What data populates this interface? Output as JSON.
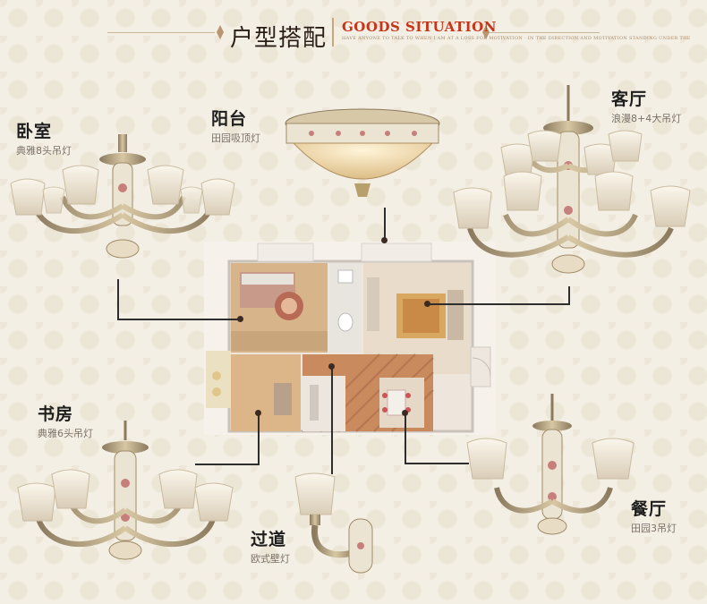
{
  "header": {
    "title": "户型搭配",
    "title_en": "GOODS SITUATION",
    "subtitle_en": "HAVE ANYONE TO TALK TO WHEN I AM AT A LOSS FOR MOTIVATION · IN THE DIRECTION AND MOTIVATION STANDING UNDER THE"
  },
  "rooms": {
    "bedroom": {
      "name": "卧室",
      "desc": "典雅8头吊灯"
    },
    "balcony": {
      "name": "阳台",
      "desc": "田园吸顶灯"
    },
    "living": {
      "name": "客厅",
      "desc": "浪漫8+4大吊灯"
    },
    "study": {
      "name": "书房",
      "desc": "典雅6头吊灯"
    },
    "corridor": {
      "name": "过道",
      "desc": "欧式壁灯"
    },
    "dining": {
      "name": "餐厅",
      "desc": "田园3吊灯"
    }
  },
  "colors": {
    "accent_red": "#c8341a",
    "gold": "#c8a87a",
    "line": "#2e2e2e"
  }
}
